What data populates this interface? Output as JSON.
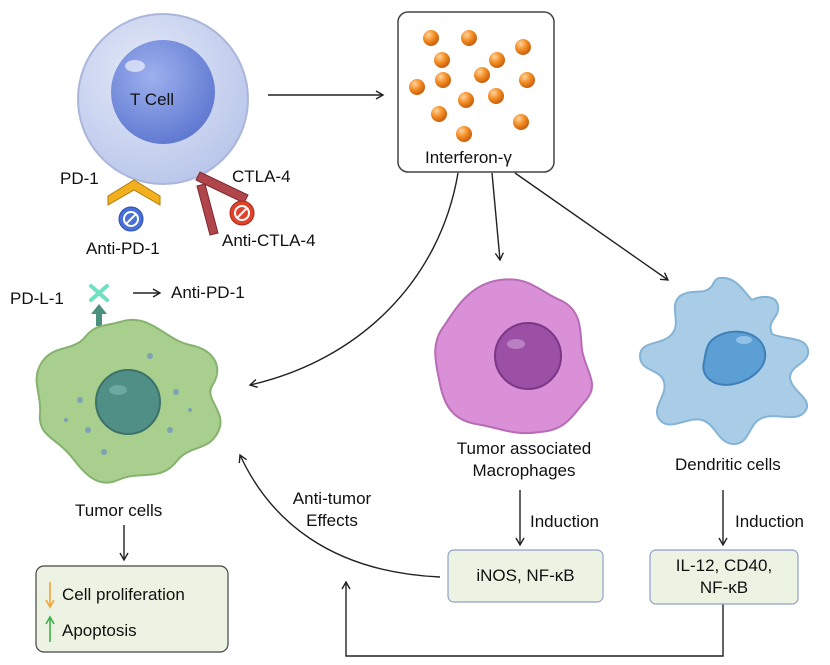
{
  "labels": {
    "t_cell": "T Cell",
    "interferon": "Interferon-γ",
    "pd1": "PD-1",
    "ctla4": "CTLA-4",
    "anti_pd1": "Anti-PD-1",
    "anti_ctla4": "Anti-CTLA-4",
    "pdl1": "PD-L-1",
    "anti_pd1_right": "Anti-PD-1",
    "tumor_cells": "Tumor cells",
    "macrophages_line1": "Tumor associated",
    "macrophages_line2": "Macrophages",
    "dendritic_cells": "Dendritic cells",
    "induction_left": "Induction",
    "induction_right": "Induction",
    "anti_tumor_line1": "Anti-tumor",
    "anti_tumor_line2": "Effects",
    "inos_box": "iNOS, NF-κB",
    "il12_line1": "IL-12, CD40,",
    "il12_line2": "NF-κB",
    "cell_proliferation": "Cell proliferation",
    "apoptosis": "Apoptosis"
  },
  "colors": {
    "t_cell": "#c9d3ef",
    "t_nucleus": "#7c93dd",
    "interferon_sphere": "#f08a24",
    "pd1": "#f2b01e",
    "ctla4": "#b0454b",
    "anti_pd1_sign": "#4a6fd6",
    "anti_ctla4_sign": "#e0432c",
    "pdl1": "#6fe0c2",
    "tumor_cell": "#a8cf8e",
    "tumor_nucleus": "#4f8f86",
    "macrophage": "#d990d6",
    "macrophage_nucleus": "#9b4fa5",
    "dendritic": "#a9cde6",
    "dendritic_nucleus": "#5b9fd5",
    "box_fill": "#edf3e2",
    "box_border": "#8fa0c8",
    "down_arrow": "#f0a23a",
    "up_arrow": "#3fae49",
    "line": "#222222"
  }
}
